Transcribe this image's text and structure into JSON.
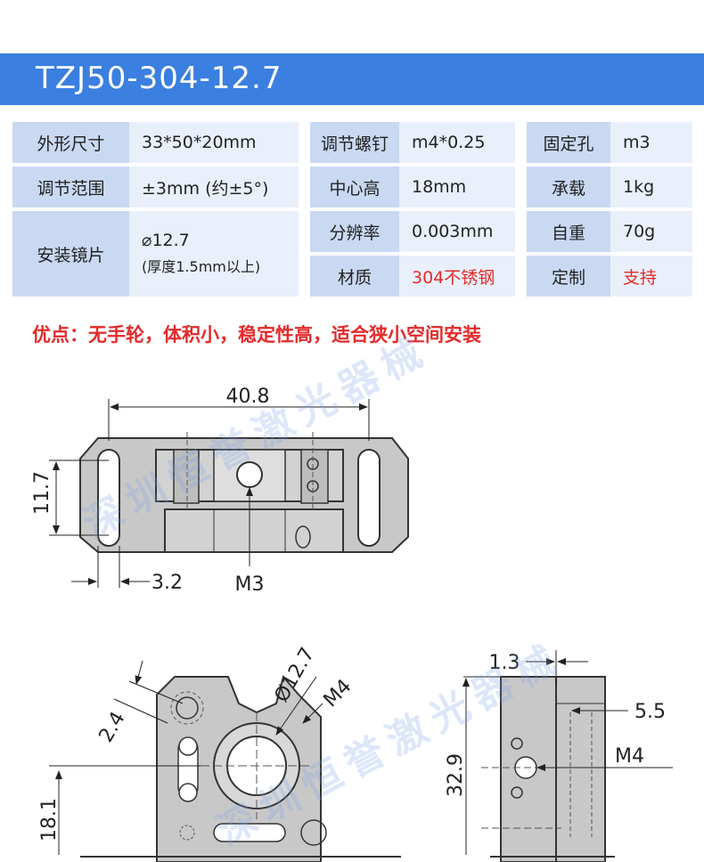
{
  "title": "TZJ50-304-12.7",
  "specs": {
    "r1": {
      "l1": "外形尺寸",
      "v1": "33*50*20mm",
      "l2": "调节螺钉",
      "v2": "m4*0.25",
      "l3": "固定孔",
      "v3": "m3"
    },
    "r2": {
      "l1": "调节范围",
      "v1": "±3mm (约±5°)",
      "l2": "中心高",
      "v2": "18mm",
      "l3": "承载",
      "v3": "1kg"
    },
    "r3": {
      "l1": "安装镜片",
      "v1a": "⌀12.7",
      "v1b": "(厚度1.5mm以上)",
      "l2": "分辨率",
      "v2": "0.003mm",
      "l3": "自重",
      "v3": "70g"
    },
    "r4": {
      "l2": "材质",
      "v2": "304不锈钢",
      "l3": "定制",
      "v3": "支持"
    }
  },
  "note": "优点：无手轮，体积小，稳定性高，适合狭小空间安装",
  "dims": {
    "top_width": "40.8",
    "top_height": "11.7",
    "slot": "3.2",
    "screw": "M3",
    "hole_offset": "2.4",
    "bore": "Ø12.7",
    "adj_screw": "M4",
    "center_height": "18.1",
    "thickness": "1.3",
    "side_offset": "5.5",
    "side_screw": "M4",
    "side_height": "32.9"
  },
  "watermark": "深圳恒誉激光器械"
}
